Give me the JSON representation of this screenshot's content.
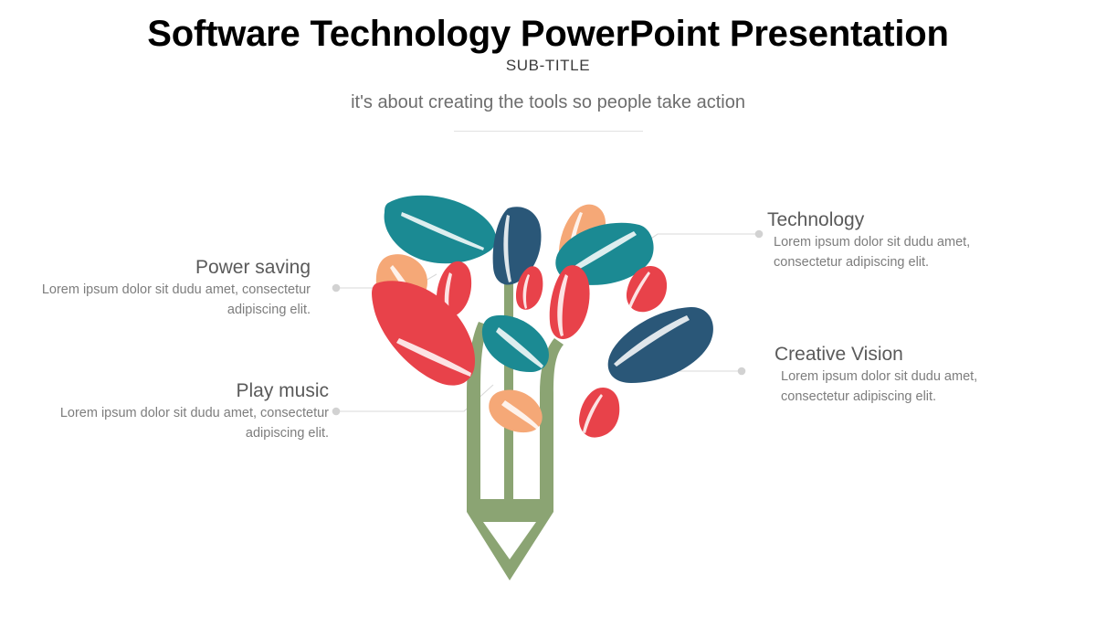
{
  "slide": {
    "title": "Software Technology PowerPoint Presentation",
    "subtitle": "SUB-TITLE",
    "tagline": "it's about creating the tools so people take action"
  },
  "callouts": [
    {
      "id": "power-saving",
      "side": "left",
      "title": "Power saving",
      "body": "Lorem ipsum dolor sit dudu amet, consectetur adipiscing elit."
    },
    {
      "id": "play-music",
      "side": "left",
      "title": "Play music",
      "body": "Lorem ipsum dolor sit dudu amet, consectetur adipiscing elit."
    },
    {
      "id": "technology",
      "side": "right",
      "title": "Technology",
      "body": "Lorem ipsum dolor sit dudu amet, consectetur adipiscing elit."
    },
    {
      "id": "creative-vision",
      "side": "right",
      "title": "Creative Vision",
      "body": "Lorem ipsum dolor sit dudu amet, consectetur adipiscing elit."
    }
  ],
  "graphic": {
    "name": "pencil-tree-illustration",
    "colors": {
      "teal": "#1B8A93",
      "navy": "#2A5778",
      "red": "#E8424A",
      "orange": "#F5A877",
      "green_stem": "#8BA473",
      "connector": "#d8d8d8",
      "connector_dot": "#d2d2d2"
    }
  }
}
